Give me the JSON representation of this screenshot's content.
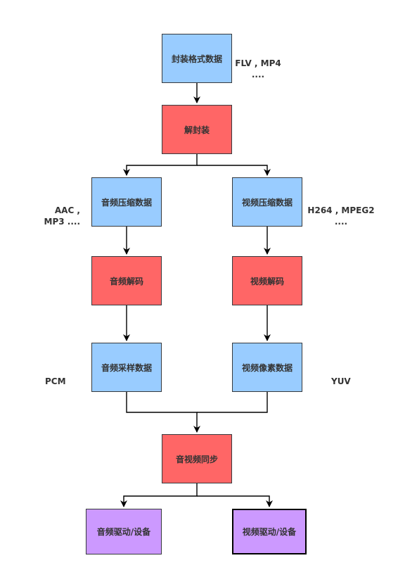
{
  "nodes": {
    "container_data": "封装格式数据",
    "demux": "解封装",
    "audio_compressed": "音频压缩数据",
    "video_compressed": "视频压缩数据",
    "audio_decode": "音频解码",
    "video_decode": "视频解码",
    "audio_samples": "音频采样数据",
    "video_pixels": "视频像素数据",
    "av_sync": "音视频同步",
    "audio_device": "音频驱动/设备",
    "video_device": "视频驱动/设备"
  },
  "notes": {
    "container_formats": {
      "line1": "FLV , MP4",
      "line2": "...."
    },
    "audio_codecs": {
      "line1": "AAC ,",
      "line2": "MP3 ...."
    },
    "video_codecs": {
      "line1": "H264 , MPEG2",
      "line2": "...."
    },
    "pcm": "PCM",
    "yuv": "YUV"
  },
  "colors": {
    "data_node": "#99ccff",
    "process_node": "#ff6666",
    "output_node": "#cc99ff",
    "stroke": "#36393d",
    "connector": "#000000",
    "text": "#333333"
  }
}
